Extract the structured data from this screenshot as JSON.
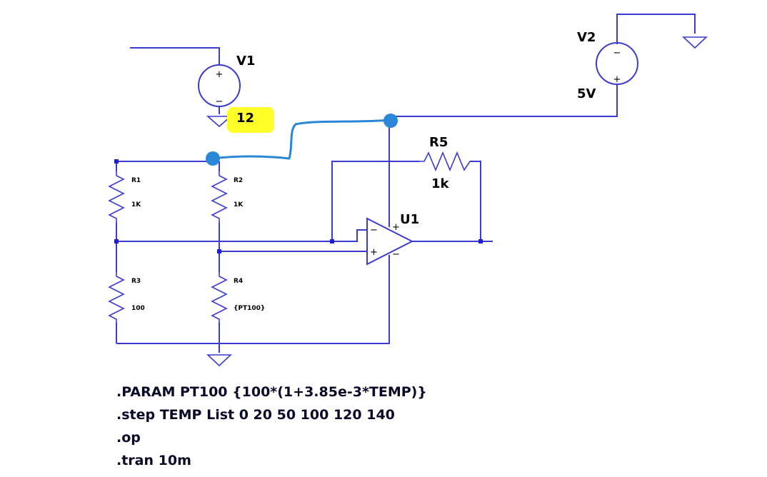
{
  "components": {
    "v1": {
      "name": "V1",
      "value": "12"
    },
    "v2": {
      "name": "V2",
      "value": "5V"
    },
    "r1": {
      "name": "R1",
      "value": "1K"
    },
    "r2": {
      "name": "R2",
      "value": "1K"
    },
    "r3": {
      "name": "R3",
      "value": "100"
    },
    "r4": {
      "name": "R4",
      "value": "{PT100}"
    },
    "r5": {
      "name": "R5",
      "value": "1k"
    },
    "u1": {
      "name": "U1",
      "pin_minus": "−",
      "pin_plus": "+",
      "supply_plus": "+",
      "supply_minus": "−"
    }
  },
  "source_symbols": {
    "plus": "+",
    "minus": "−"
  },
  "directives": [
    ".PARAM PT100 {100*(1+3.85e-3*TEMP)}",
    ".step TEMP List 0 20 50 100 120 140",
    ".op",
    ".tran 10m"
  ],
  "colors": {
    "wire": "#3b3bd0",
    "junction": "#2020d0",
    "hand_drawn_annotation": "#2a86d6",
    "highlight": "#ffff2a"
  }
}
